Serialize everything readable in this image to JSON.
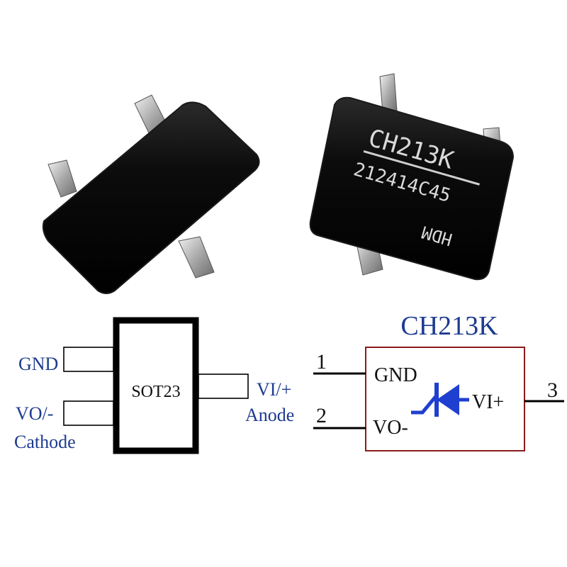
{
  "photo": {
    "chip_right": {
      "part_number": "CH213K",
      "date_code": "212414C45",
      "brand": "HDM"
    }
  },
  "package_diagram": {
    "package_label": "SOT23",
    "pins": [
      {
        "label": "GND"
      },
      {
        "label": "VO/-",
        "sub_label": "Cathode"
      },
      {
        "label": "VI/+",
        "sub_label": "Anode"
      }
    ]
  },
  "schematic": {
    "title": "CH213K",
    "pins": [
      {
        "number": "1",
        "name": "GND"
      },
      {
        "number": "2",
        "name": "VO-"
      },
      {
        "number": "3",
        "name": "VI+"
      }
    ],
    "colors": {
      "box_border": "#8b1a1a",
      "diode": "#1f3fd1",
      "title_text": "#1d3b8f"
    }
  }
}
